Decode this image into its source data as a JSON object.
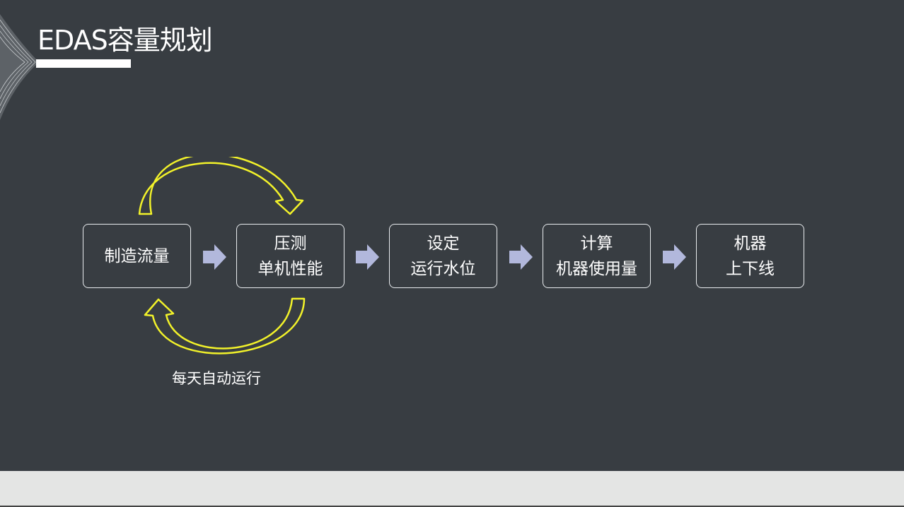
{
  "title": "EDAS容量规划",
  "steps": [
    {
      "line1": "制造流量",
      "line2": ""
    },
    {
      "line1": "压测",
      "line2": "单机性能"
    },
    {
      "line1": "设定",
      "line2": "运行水位"
    },
    {
      "line1": "计算",
      "line2": "机器使用量"
    },
    {
      "line1": "机器",
      "line2": "上下线"
    }
  ],
  "loop_caption": "每天自动运行",
  "colors": {
    "background": "#383d42",
    "loop_arrow": "#f2f22a",
    "step_arrow": "#b2b8dc",
    "box_border": "#e9ecef"
  }
}
